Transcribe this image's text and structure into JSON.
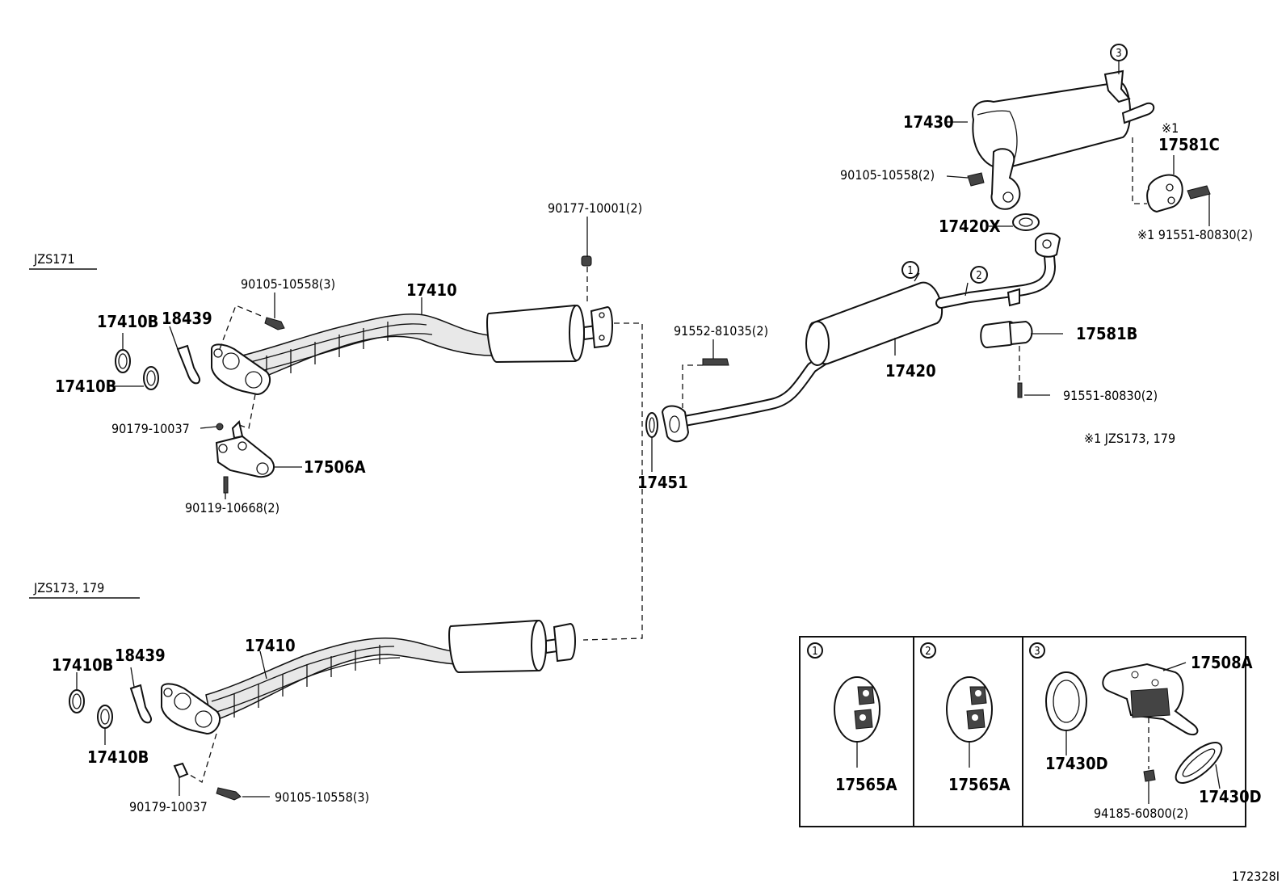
{
  "variants": {
    "jzs171": "JZS171",
    "jzs173_179": "JZS173, 179"
  },
  "labels": {
    "p90177": "90177-10001(2)",
    "p90105_top": "90105-10558(3)",
    "p17410_top": "17410",
    "p17410b_a": "17410B",
    "p18439_top": "18439",
    "p17410b_b": "17410B",
    "p90179_top": "90179-10037",
    "p17506a": "17506A",
    "p90119": "90119-10668(2)",
    "p17451": "17451",
    "p91552": "91552-81035(2)",
    "p17420": "17420",
    "p17581b": "17581B",
    "p91551_mid": "91551-80830(2)",
    "p17430": "17430",
    "p90105_right": "90105-10558(2)",
    "p17420x": "17420X",
    "p17581c": "17581C",
    "p91551_top": "※1 91551-80830(2)",
    "note_mark": "※1",
    "note_text": "※1 JZS173, 179",
    "p17410_bot": "17410",
    "p17410b_c": "17410B",
    "p18439_bot": "18439",
    "p17410b_d": "17410B",
    "p90179_bot": "90179-10037",
    "p90105_bot": "90105-10558(3)",
    "p17565a_1": "17565A",
    "p17565a_2": "17565A",
    "p17508a": "17508A",
    "p17430d_a": "17430D",
    "p17430d_b": "17430D",
    "p94185": "94185-60800(2)",
    "diagram_id": "172328I"
  },
  "callouts": {
    "c1": "1",
    "c2": "2",
    "c3": "3"
  }
}
